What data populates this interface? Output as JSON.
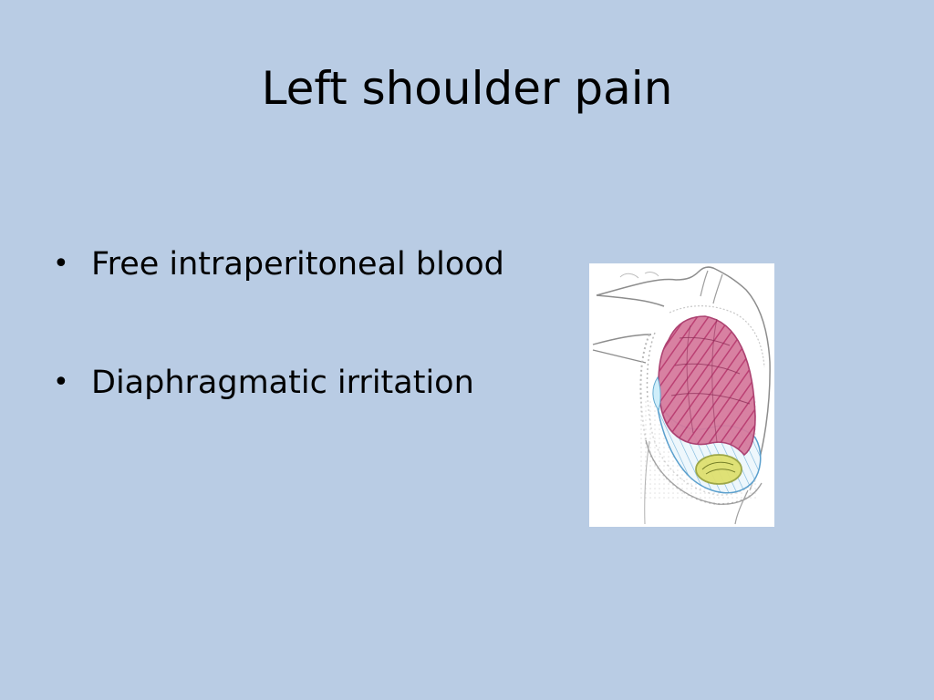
{
  "slide": {
    "title": "Left shoulder pain",
    "bullets": [
      "Free intraperitoneal blood",
      "Diaphragmatic irritation"
    ]
  },
  "figure": {
    "icon": "torso-anatomy-illustration",
    "colors": {
      "lung": "#c84b78",
      "diaphragm_lines": "#6fa7cf",
      "spleen": "#d9d95a",
      "outline": "#7f7f7f"
    }
  },
  "colors": {
    "background": "#b9cce4",
    "text": "#000000"
  }
}
